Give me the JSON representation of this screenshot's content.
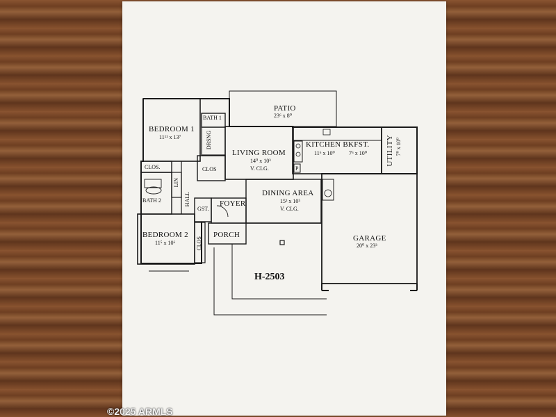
{
  "plan_code": "H-2503",
  "copyright": "2025 ARMLS",
  "rooms": {
    "patio": {
      "name": "PATIO",
      "dims": "23⁶ x 8⁰"
    },
    "bedroom1": {
      "name": "BEDROOM 1",
      "dims": "11¹¹ x 13⁷"
    },
    "bath1": {
      "name": "BATH 1"
    },
    "drsng": {
      "name": "DRSNG"
    },
    "clos_master": {
      "name": "CLOS"
    },
    "living_room": {
      "name": "LIVING ROOM",
      "dims": "14⁰ x 10³",
      "ceiling": "V. CLG."
    },
    "kitchen_bkfst": {
      "name": "KITCHEN BKFST.",
      "dims_kitchen": "11⁶ x 10⁰",
      "dims_bkfst": "7⁶ x 10⁰"
    },
    "utility": {
      "name": "UTILITY",
      "dims": "7⁰ x 10⁰"
    },
    "p": {
      "name": "P"
    },
    "clos_hall": {
      "name": "CLOS."
    },
    "lin": {
      "name": "LIN"
    },
    "hall": {
      "name": "HALL"
    },
    "bath2": {
      "name": "BATH 2"
    },
    "gst": {
      "name": "GST."
    },
    "foyer": {
      "name": "FOYER"
    },
    "dining_area": {
      "name": "DINING AREA",
      "dims": "15³ x 10⁵",
      "ceiling": "V. CLG."
    },
    "bedroom2": {
      "name": "BEDROOM 2",
      "dims": "11⁵ x 10⁶"
    },
    "clos_bed2": {
      "name": "CLOS"
    },
    "porch": {
      "name": "PORCH"
    },
    "garage": {
      "name": "GARAGE",
      "dims": "20⁰ x 23³"
    }
  }
}
